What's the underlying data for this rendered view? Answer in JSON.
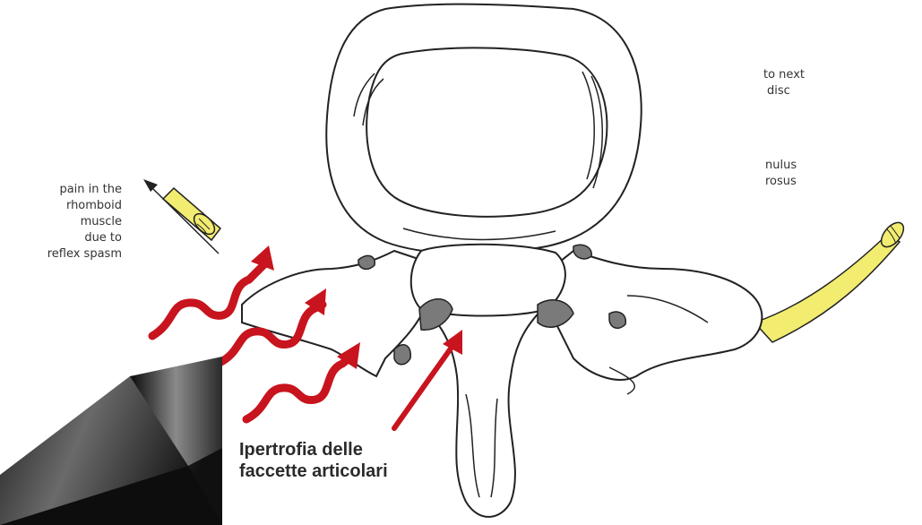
{
  "left_label": [
    "pain in the",
    "rhomboid",
    "muscle",
    "due to",
    "reflex spasm"
  ],
  "right_label_top": [
    "to next",
    "disc"
  ],
  "right_label_mid": [
    "nulus",
    "rosus"
  ],
  "caption": [
    "Ipertrofia delle",
    "faccette articolari"
  ],
  "colors": {
    "arrow_red": "#c8141e",
    "nerve_yellow": "#f2ec70",
    "outline": "#222222",
    "shade": "#7a7a7a"
  }
}
